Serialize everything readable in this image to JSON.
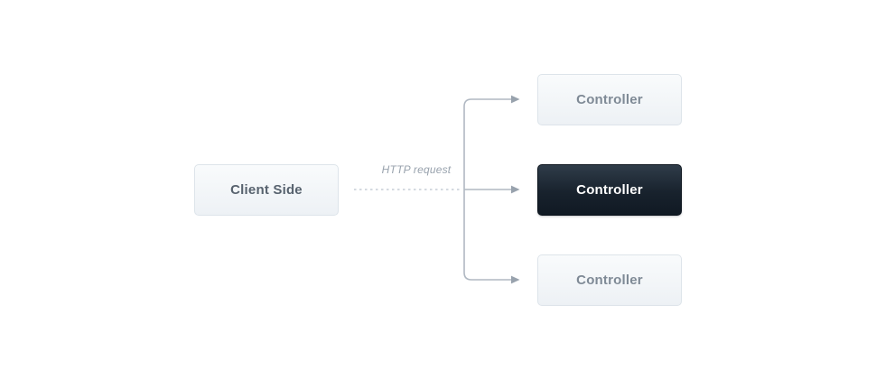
{
  "diagram": {
    "client_node": {
      "label": "Client Side"
    },
    "connection": {
      "label": "HTTP request",
      "style": "dashed"
    },
    "controllers": [
      {
        "label": "Controller",
        "state": "default"
      },
      {
        "label": "Controller",
        "state": "active"
      },
      {
        "label": "Controller",
        "state": "default"
      }
    ]
  },
  "colors": {
    "canvas_background": "#ffffff",
    "line_solid": "#b0b8c2",
    "line_dashed": "#c6cdd5",
    "arrowhead": "#98a2ad",
    "node_border": "#dde4ea",
    "node_background_top": "#f9fbfc",
    "node_background_bottom": "#edf1f5",
    "node_text": "#7f8a96",
    "client_text": "#57626e",
    "active_node_top": "#2f3c49",
    "active_node_bottom": "#101923",
    "active_node_text": "#ffffff",
    "annotation_text": "#98a2ad"
  }
}
